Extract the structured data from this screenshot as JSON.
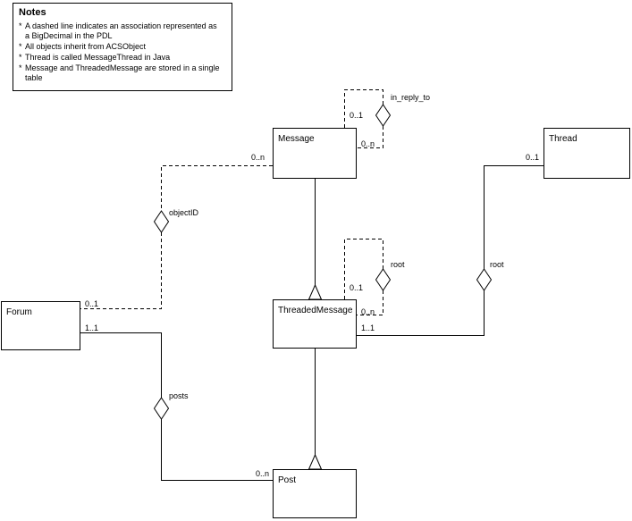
{
  "notes": {
    "title": "Notes",
    "bullet": "*",
    "items": [
      "A dashed line indicates an association represented as a BigDecimal in the PDL",
      "All objects inherit from ACSObject",
      "Thread is called MessageThread in Java",
      "Message and ThreadedMessage are stored in a single table"
    ]
  },
  "classes": {
    "message": "Message",
    "thread": "Thread",
    "forum": "Forum",
    "threadedMessage": "ThreadedMessage",
    "post": "Post"
  },
  "labels": {
    "in_reply_to": "in_reply_to",
    "objectID": "objectID",
    "root_self": "root",
    "root_thread": "root",
    "posts": "posts"
  },
  "multiplicities": {
    "message_self_upper": "0..1",
    "message_self_lower": "0..n",
    "message_objectID": "0..n",
    "forum_objectID": "0..1",
    "forum_posts": "1..1",
    "post_posts": "0..n",
    "thread_root": "0..1",
    "tm_root_upper": "0..1",
    "tm_root_lower": "0..n",
    "tm_thread": "1..1"
  }
}
